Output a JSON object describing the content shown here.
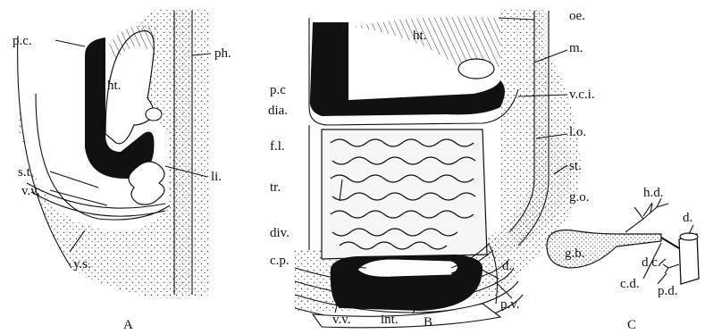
{
  "panels": {
    "A": {
      "caption": "A",
      "labels": [
        "p.c.",
        "ht.",
        "ph.",
        "s.t.",
        "v.v.",
        "li.",
        "y.s."
      ]
    },
    "B": {
      "caption": "B",
      "labels": [
        "ht.",
        "oe.",
        "m.",
        "p.c",
        "v.c.i.",
        "dia.",
        "l.o.",
        "f.l.",
        "st.",
        "g.o.",
        "tr.",
        "div.",
        "d.",
        "c.p.",
        "p.v.",
        "v.v.",
        "int."
      ]
    },
    "C": {
      "caption": "C",
      "labels": [
        "h.d.",
        "d.",
        "g.b.",
        "d.c.",
        "c.d.",
        "p.d."
      ]
    }
  },
  "colors": {
    "ink": "#111111",
    "paper": "#ffffff"
  }
}
